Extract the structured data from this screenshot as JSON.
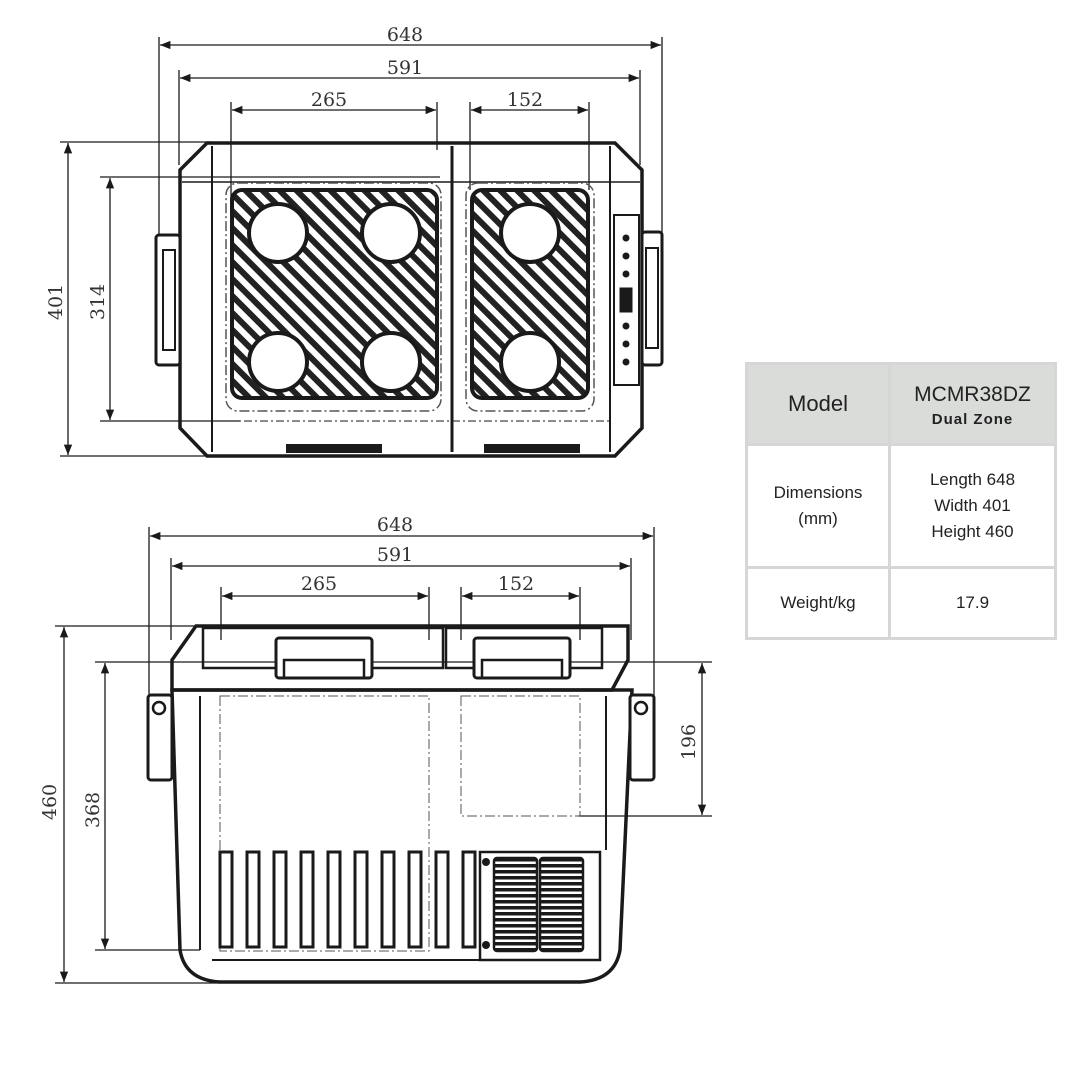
{
  "top_view": {
    "dims": {
      "overall_length": "648",
      "inner_length": "591",
      "left_zone": "265",
      "right_zone": "152",
      "width": "401",
      "inner_width": "314"
    }
  },
  "front_view": {
    "dims": {
      "overall_length": "648",
      "inner_length": "591",
      "left_zone": "265",
      "right_zone": "152",
      "height": "460",
      "inner_height": "368",
      "right_zone_height": "196"
    }
  },
  "spec_table": {
    "model_label": "Model",
    "model_value": "MCMR38DZ",
    "model_sub": "Dual Zone",
    "dimensions_label": [
      "Dimensions",
      "(mm)"
    ],
    "dimensions_values": [
      "Length 648",
      "Width 401",
      "Height 460"
    ],
    "weight_label": "Weight/kg",
    "weight_value": "17.9"
  }
}
